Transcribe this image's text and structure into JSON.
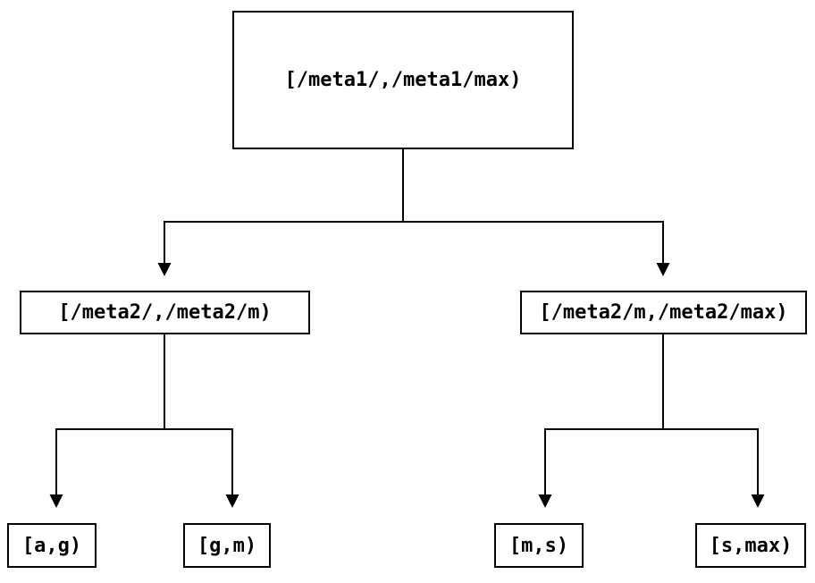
{
  "diagram": {
    "root": {
      "label": "[/meta1/,/meta1/max)"
    },
    "level2": [
      {
        "label": "[/meta2/,/meta2/m)"
      },
      {
        "label": "[/meta2/m,/meta2/max)"
      }
    ],
    "leaves": [
      {
        "label": "[a,g)"
      },
      {
        "label": "[g,m)"
      },
      {
        "label": "[m,s)"
      },
      {
        "label": "[s,max)"
      }
    ]
  },
  "colors": {
    "line": "#000000",
    "background": "#ffffff",
    "text": "#000000"
  }
}
